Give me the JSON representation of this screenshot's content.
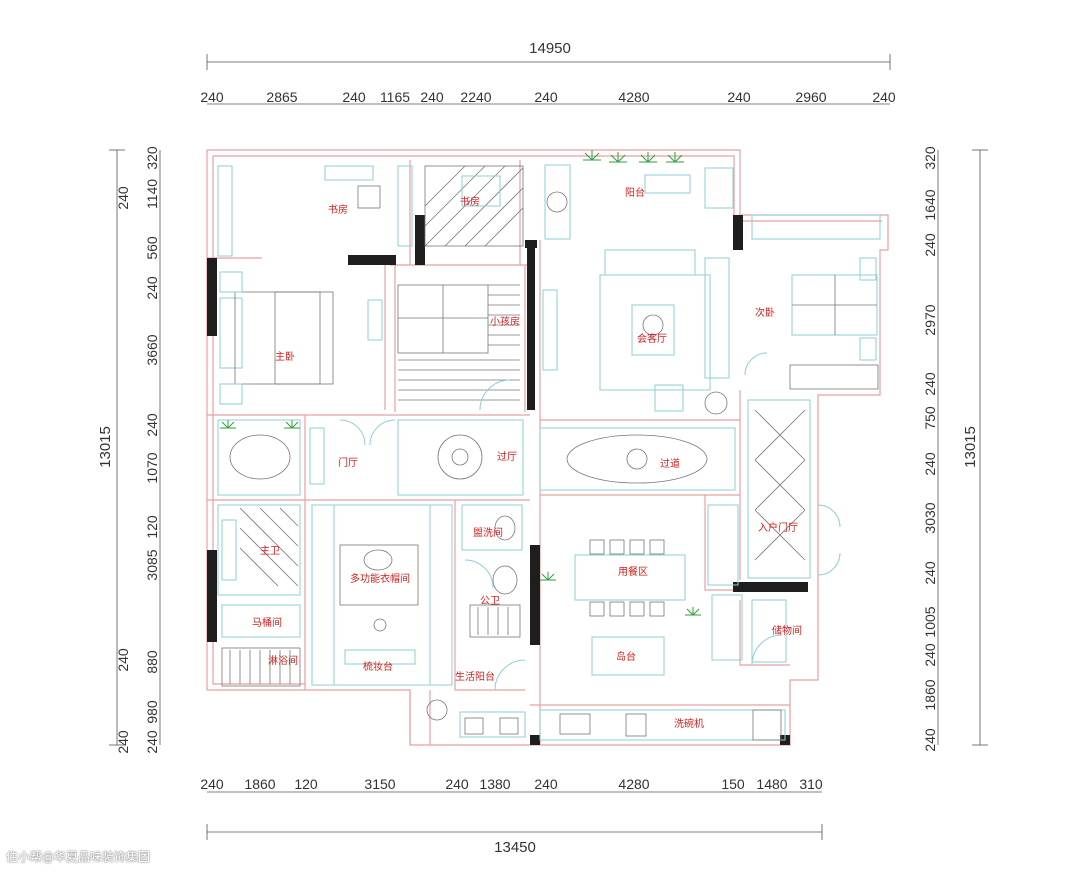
{
  "overall": {
    "top_total": "14950",
    "bottom_total": "13450",
    "left_total": "13015",
    "right_total": "13015"
  },
  "top_dims": [
    "240",
    "2865",
    "240",
    "1165",
    "240",
    "2240",
    "240",
    "4280",
    "240",
    "2960",
    "240"
  ],
  "bottom_dims": [
    "240",
    "1860",
    "120",
    "3150",
    "240",
    "1380",
    "240",
    "4280",
    "150",
    "1480",
    "310"
  ],
  "left_dims": [
    "320",
    "1140",
    "240",
    "560",
    "240",
    "3660",
    "240",
    "1070",
    "120",
    "3085",
    "240",
    "880",
    "240",
    "980",
    "240"
  ],
  "right_dims": [
    "320",
    "1640",
    "240",
    "2970",
    "240",
    "750",
    "240",
    "3030",
    "240",
    "1005",
    "240",
    "1860",
    "240"
  ],
  "rooms": {
    "study_1": "书房",
    "study_2": "书房",
    "balcony": "阳台",
    "master_bedroom": "主卧",
    "kids_room": "小孩房",
    "living_room": "会客厅",
    "second_bedroom": "次卧",
    "foyer": "门厅",
    "hall": "过厅",
    "corridor": "过道",
    "entrance_hall": "入户门厅",
    "master_bath": "主卫",
    "walkin_closet": "多功能衣帽间",
    "wash_room": "盥洗间",
    "dining": "用餐区",
    "toilet_room": "马桶间",
    "public_bath": "公卫",
    "storage": "储物间",
    "shower_room": "淋浴间",
    "dresser": "梳妆台",
    "utility_balcony": "生活阳台",
    "island": "岛台",
    "dishwasher": "洗碗机"
  },
  "watermark": "住小帮@华夏品味装饰集团",
  "colors": {
    "wall_line": "#e8a1a1",
    "furniture_line": "#8ccfd6",
    "label": "#d0211e",
    "solid_wall": "#1e1e1e"
  }
}
